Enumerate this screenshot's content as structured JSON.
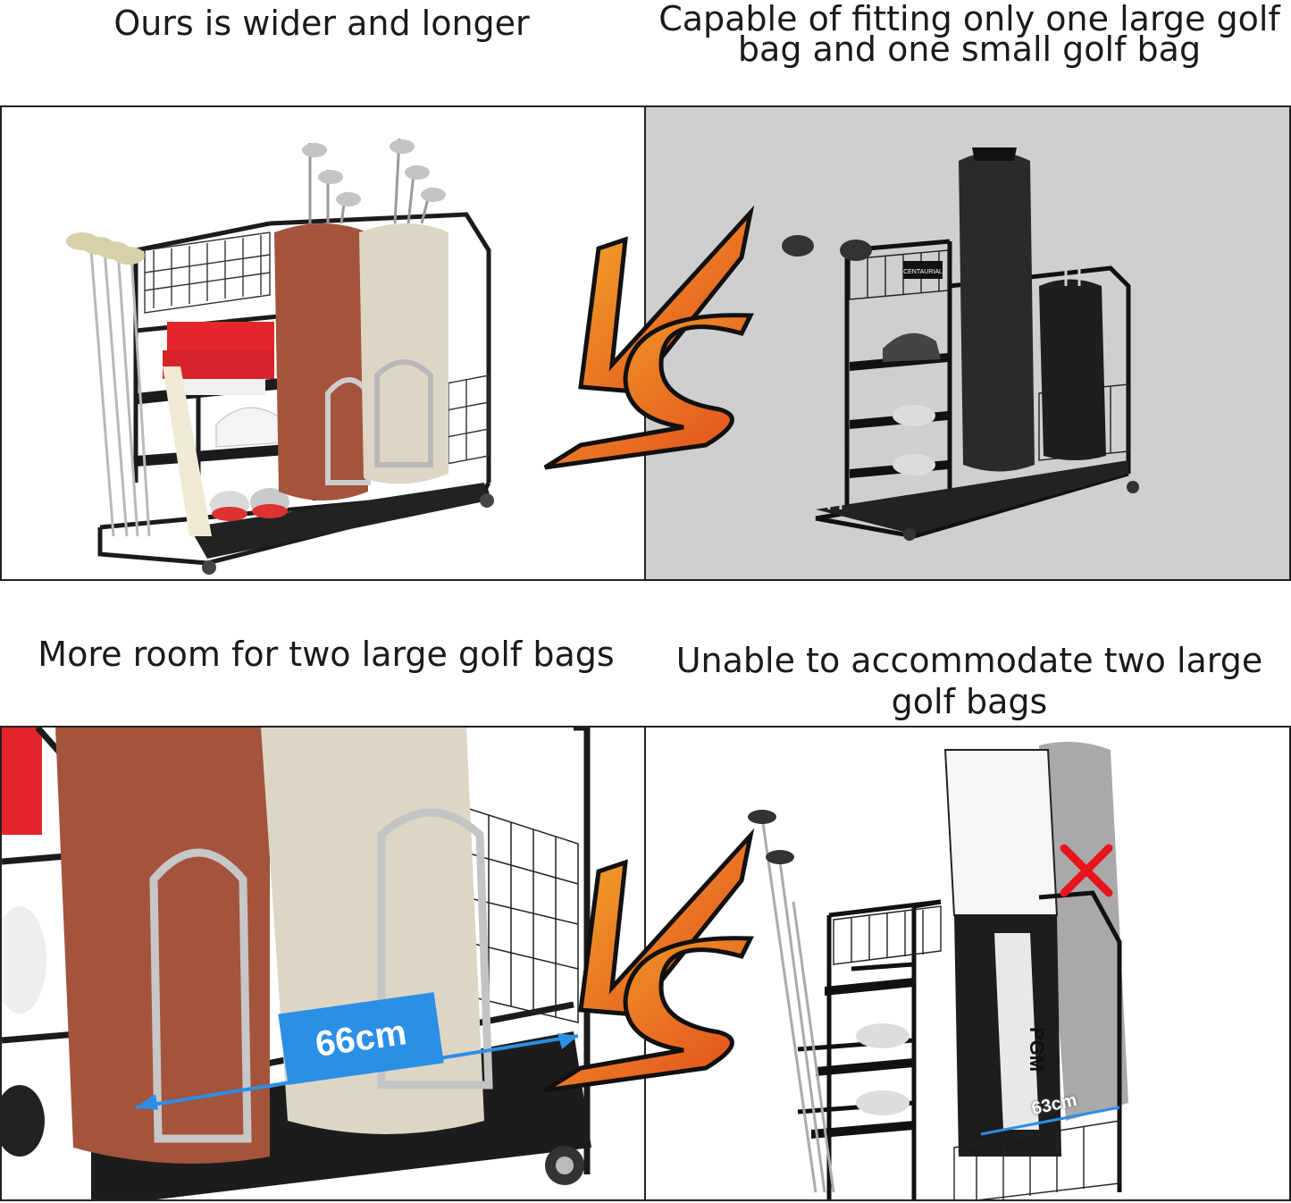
{
  "captions": {
    "top_left": "Ours is wider and longer",
    "top_right": "Capable of fitting only one large golf bag and one small golf bag",
    "bottom_left": "More room for two large golf bags",
    "bottom_right": "Unable to accommodate two large golf bags"
  },
  "vs_label": "VS",
  "measurements": {
    "ours": "66cm",
    "theirs": "63cm"
  },
  "brand_marks": {
    "competitor_basket": "CENTAURIAL",
    "bag_logo": "PGM"
  },
  "colors": {
    "vs_orange": "#f2922a",
    "vs_red": "#e24a1c",
    "vs_outline": "#111111",
    "measure_blue": "#2b8fe6",
    "rack_black": "#1b1b1b",
    "bag_brown": "#a4543d",
    "bag_cream": "#ddd6c4",
    "reject_red": "#e8141b",
    "competitor_bg": "#cfcfcf"
  },
  "icons": [
    "vs-icon",
    "reject-x-icon",
    "measure-arrow-icon"
  ]
}
